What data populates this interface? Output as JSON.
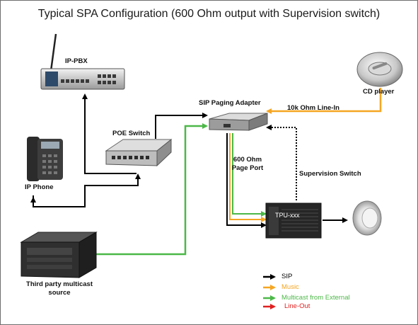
{
  "title": "Typical SPA Configuration (600 Ohm output with Supervision switch)",
  "devices": {
    "ip_pbx": "IP-PBX",
    "cd_player": "CD player",
    "sip_paging_adapter": "SIP Paging Adapter",
    "poe_switch": "POE Switch",
    "ip_phone": "IP Phone",
    "tpu": "TPU-xxx",
    "multicast_source": "Third party multicast source"
  },
  "connections": {
    "line_in": "10k Ohm Line-In",
    "page_port": "600 Ohm Page Port",
    "supervision": "Supervision Switch"
  },
  "legend": [
    {
      "label": "SIP",
      "color": "#000000"
    },
    {
      "label": "Music",
      "color": "#f5a623"
    },
    {
      "label": "Multicast from External",
      "color": "#4cb848"
    },
    {
      "label": "Line-Out",
      "color": "#e02020"
    }
  ]
}
